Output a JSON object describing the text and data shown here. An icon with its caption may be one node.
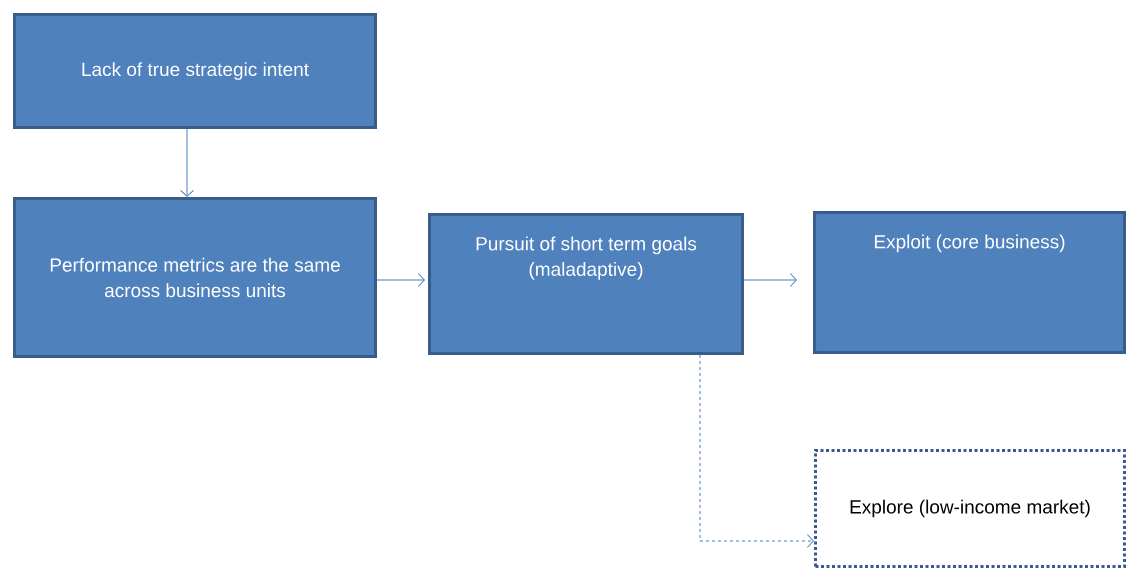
{
  "diagram": {
    "nodes": [
      {
        "text": [
          "Lack of true strategic intent"
        ]
      },
      {
        "text": [
          "Performance metrics are the same across business units"
        ]
      },
      {
        "text": [
          "Pursuit of short term goals (maladaptive)"
        ]
      },
      {
        "text": [
          "Exploit (core business)"
        ]
      },
      {
        "text": [
          "Explore (low-income market)"
        ]
      }
    ],
    "edges": [
      {
        "from": 0,
        "to": 1,
        "arrow": "to"
      },
      {
        "from": 1,
        "to": 2,
        "arrow": "to"
      },
      {
        "from": 2,
        "to": 3,
        "arrow": "to"
      },
      {
        "from": 2,
        "to": 4,
        "arrow": "to",
        "style": "dashed"
      }
    ]
  }
}
